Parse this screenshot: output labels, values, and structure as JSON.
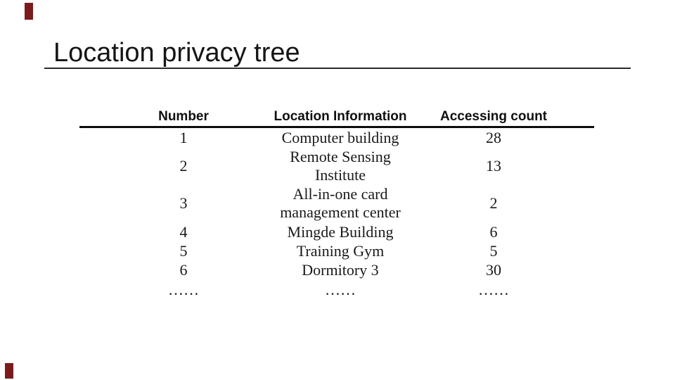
{
  "slide": {
    "title": "Location privacy tree"
  },
  "table": {
    "headers": [
      "Number",
      "Location Information",
      "Accessing count"
    ],
    "rows": [
      {
        "number": "1",
        "location": "Computer building",
        "count": "28"
      },
      {
        "number": "2",
        "location": "Remote Sensing\nInstitute",
        "count": "13"
      },
      {
        "number": "3",
        "location": "All-in-one card\nmanagement center",
        "count": "2"
      },
      {
        "number": "4",
        "location": "Mingde Building",
        "count": "6"
      },
      {
        "number": "5",
        "location": "Training Gym",
        "count": "5"
      },
      {
        "number": "6",
        "location": "Dormitory 3",
        "count": "30"
      },
      {
        "number": "……",
        "location": "……",
        "count": "……"
      }
    ]
  },
  "colors": {
    "accent_mark": "#7b1b1b",
    "text": "#141414",
    "rule_line": "#0d0d0d"
  }
}
